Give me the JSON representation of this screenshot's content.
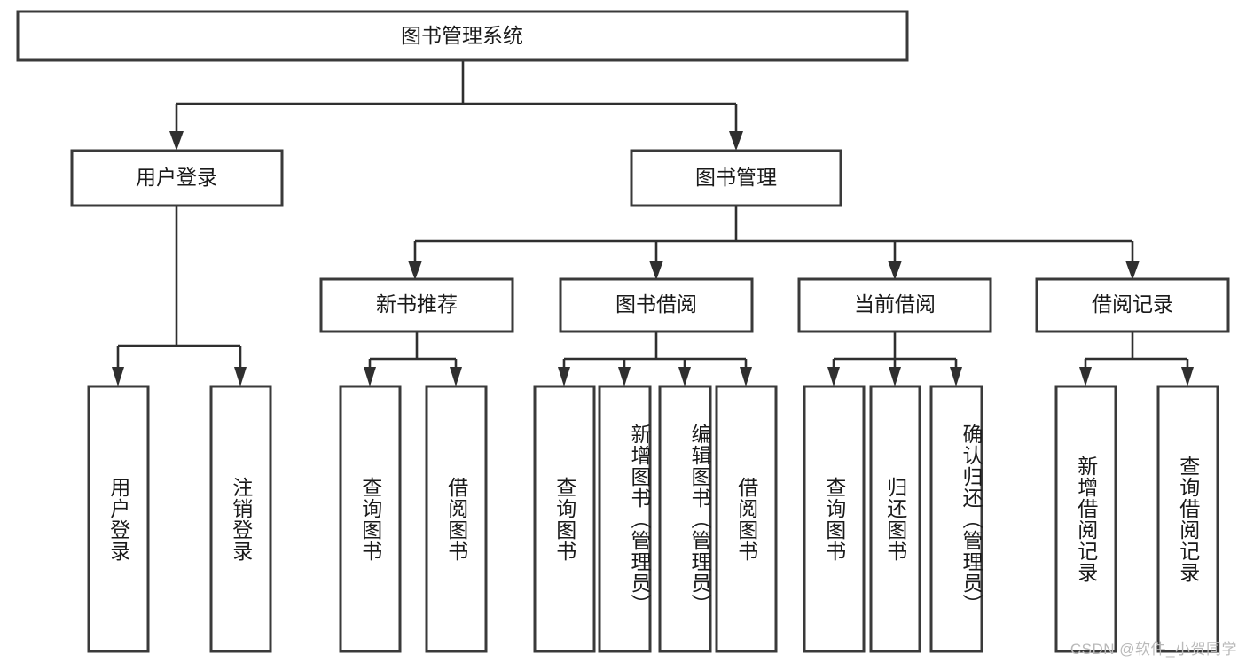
{
  "diagram": {
    "type": "tree-hierarchy-chart",
    "title_node": {
      "label": "图书管理系统"
    },
    "level2": [
      {
        "id": "user-login",
        "label": "用户登录"
      },
      {
        "id": "book-manage",
        "label": "图书管理"
      }
    ],
    "level3": [
      {
        "id": "new-book-recommend",
        "label": "新书推荐",
        "parent": "book-manage"
      },
      {
        "id": "book-borrow",
        "label": "图书借阅",
        "parent": "book-manage"
      },
      {
        "id": "current-borrow",
        "label": "当前借阅",
        "parent": "book-manage"
      },
      {
        "id": "borrow-record",
        "label": "借阅记录",
        "parent": "book-manage"
      }
    ],
    "leaves": {
      "user-login": [
        {
          "id": "leaf-user-login",
          "label": "用户登录"
        },
        {
          "id": "leaf-logout-login",
          "label": "注销登录"
        }
      ],
      "new-book-recommend": [
        {
          "id": "leaf-query-book-1",
          "label": "查询图书"
        },
        {
          "id": "leaf-borrow-book-1",
          "label": "借阅图书"
        }
      ],
      "book-borrow": [
        {
          "id": "leaf-query-book-2",
          "label": "查询图书"
        },
        {
          "id": "leaf-add-book",
          "label": "新增图书（管理员）"
        },
        {
          "id": "leaf-edit-book",
          "label": "编辑图书（管理员）"
        },
        {
          "id": "leaf-borrow-book-2",
          "label": "借阅图书"
        }
      ],
      "current-borrow": [
        {
          "id": "leaf-query-book-3",
          "label": "查询图书"
        },
        {
          "id": "leaf-return-book",
          "label": "归还图书"
        },
        {
          "id": "leaf-confirm-return",
          "label": "确认归还（管理员）"
        }
      ],
      "borrow-record": [
        {
          "id": "leaf-add-record",
          "label": "新增借阅记录"
        },
        {
          "id": "leaf-query-record",
          "label": "查询借阅记录"
        }
      ]
    },
    "colors": {
      "box_border": "#3a3a3a",
      "connector": "#2f2f2f",
      "text": "#1a1a1a",
      "background": "#ffffff",
      "watermark": "#b9b9b9"
    }
  },
  "watermark": {
    "text": "CSDN @软件_小贺同学"
  }
}
